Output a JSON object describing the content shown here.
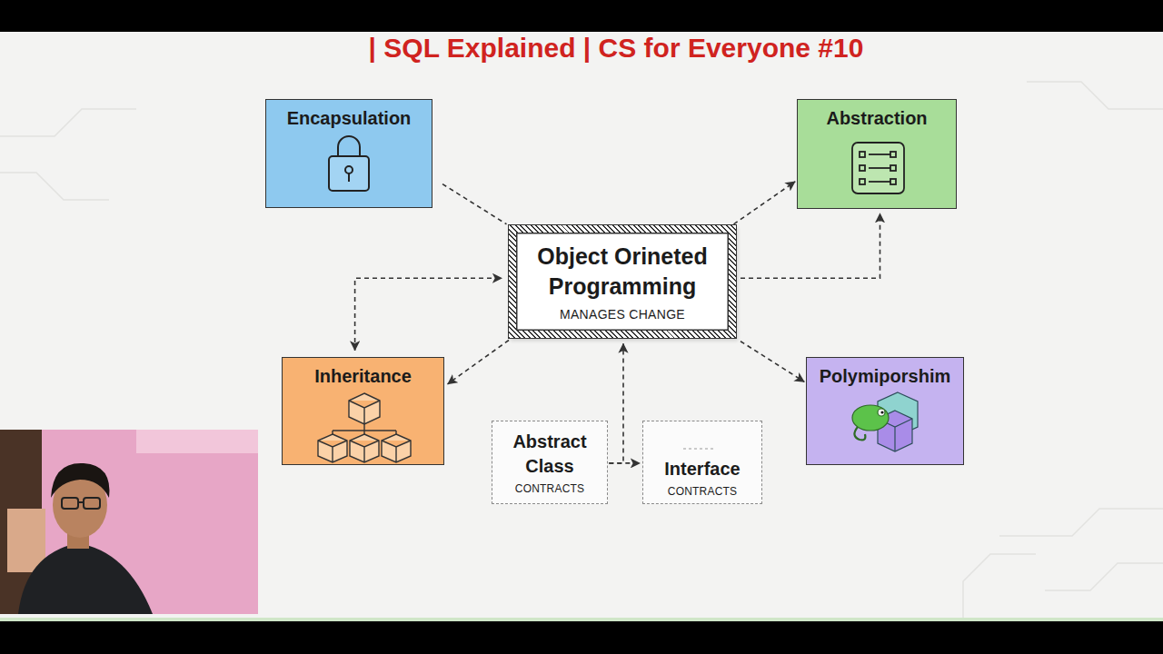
{
  "diagram": {
    "title": "| SQL Explained | CS for Everyone #10",
    "nodes": [
      {
        "text": [
          "Encapsulation"
        ]
      },
      {
        "text": [
          "Abstraction"
        ]
      },
      {
        "text": [
          "Object Orineted Programming",
          "MANAGES CHANGE"
        ]
      },
      {
        "text": [
          "Inheritance"
        ]
      },
      {
        "text": [
          "Polymiporshim"
        ]
      },
      {
        "text": [
          "Abstract Class",
          "CONTRACTS"
        ]
      },
      {
        "text": [
          "Interface",
          "CONTRACTS"
        ]
      }
    ],
    "edges": [
      {
        "from": 0,
        "to": 2,
        "arrow": "none"
      },
      {
        "from": 2,
        "to": 1,
        "arrow": "to"
      },
      {
        "from": 2,
        "to": 1,
        "arrow": "to"
      },
      {
        "from": 3,
        "to": 2,
        "arrow": "both"
      },
      {
        "from": 2,
        "to": 3,
        "arrow": "to"
      },
      {
        "from": 2,
        "to": 4,
        "arrow": "to"
      },
      {
        "from": 5,
        "to": 6,
        "arrow": "to"
      },
      {
        "from": 5,
        "to": 2,
        "arrow": "to"
      }
    ]
  }
}
